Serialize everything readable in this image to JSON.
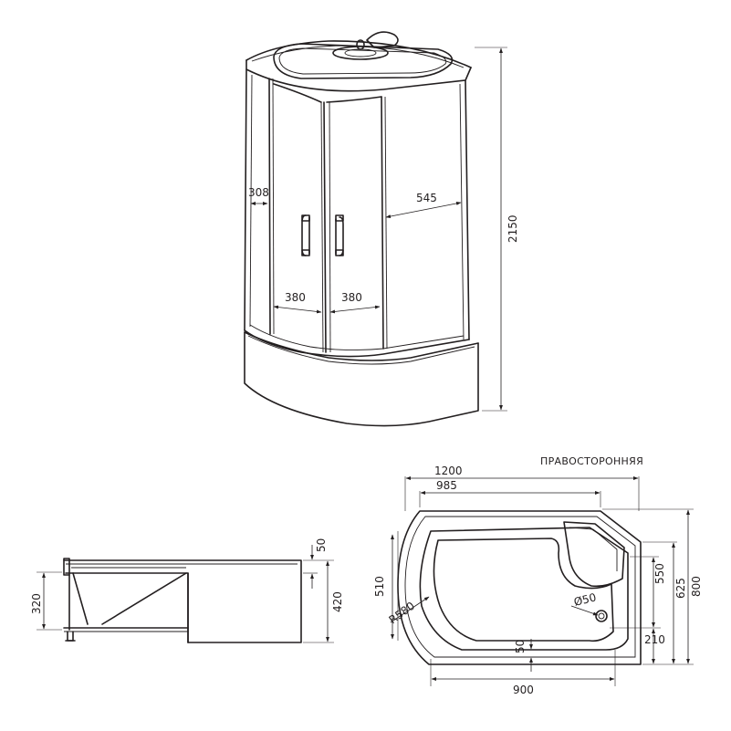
{
  "diagram": {
    "stroke_color": "#231f20",
    "background": "#ffffff",
    "front_view": {
      "labels": {
        "height": "2150",
        "side_panel": "308",
        "fixed_panel": "545",
        "door_left": "380",
        "door_right": "380"
      }
    },
    "side_view": {
      "labels": {
        "tray_height": "320",
        "rim": "50",
        "overall": "420"
      }
    },
    "plan_view": {
      "caption": "ПРАВОСТОРОННЯЯ",
      "labels": {
        "width_total": "1200",
        "width_top": "985",
        "depth_total": "800",
        "depth_625": "625",
        "depth_550": "550",
        "side_510": "510",
        "radius": "R580",
        "drain": "Ø50",
        "offset_50": "50",
        "offset_210": "210",
        "width_900": "900"
      }
    }
  }
}
